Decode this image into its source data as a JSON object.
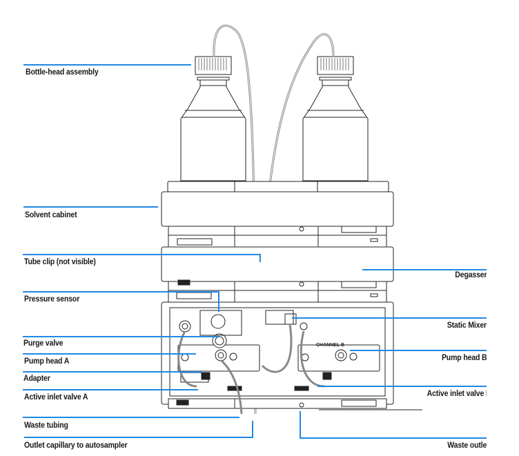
{
  "figure": {
    "subject": "Binary pump module with solvent cabinet and degasser",
    "leader_color": "#1e88e5",
    "line_color": "#222222",
    "tube_color": "#9a9a9a",
    "channel_marking": "CHANNEL B",
    "labels_left": [
      {
        "id": "bottle-head-assembly",
        "text": "Bottle-head assembly"
      },
      {
        "id": "solvent-cabinet",
        "text": "Solvent cabinet"
      },
      {
        "id": "tube-clip",
        "text": "Tube clip (not visible)"
      },
      {
        "id": "pressure-sensor",
        "text": "Pressure sensor"
      },
      {
        "id": "purge-valve",
        "text": "Purge valve"
      },
      {
        "id": "pump-head-a",
        "text": "Pump head A"
      },
      {
        "id": "adapter",
        "text": "Adapter"
      },
      {
        "id": "active-inlet-valve-a",
        "text": "Active inlet valve A"
      },
      {
        "id": "waste-tubing",
        "text": "Waste tubing"
      },
      {
        "id": "outlet-capillary",
        "text": "Outlet capillary to autosampler"
      }
    ],
    "labels_right": [
      {
        "id": "degasser",
        "text": "Degasser"
      },
      {
        "id": "static-mixer",
        "text": "Static Mixer"
      },
      {
        "id": "pump-head-b",
        "text": "Pump head B"
      },
      {
        "id": "active-inlet-valve-b",
        "text": "Active inlet valve B"
      },
      {
        "id": "waste-outlet",
        "text": "Waste outlet"
      }
    ]
  }
}
